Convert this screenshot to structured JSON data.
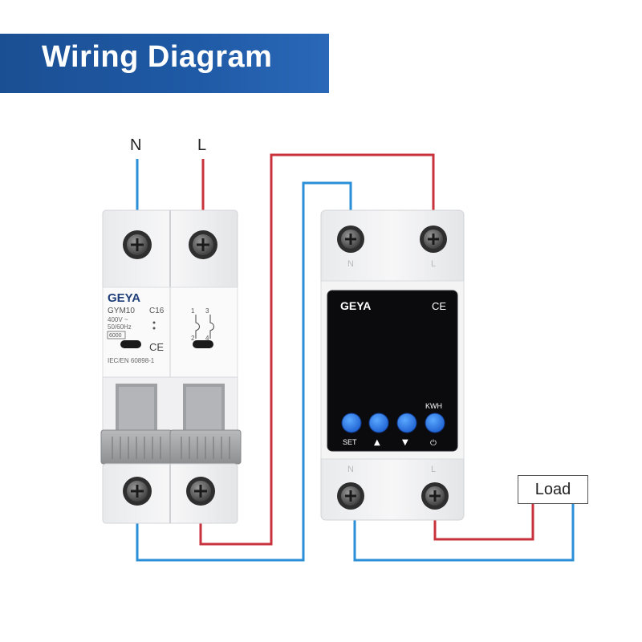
{
  "header": {
    "title": "Wiring Diagram"
  },
  "labels": {
    "neutral": "N",
    "live": "L",
    "load": "Load"
  },
  "breaker": {
    "brand": "GEYA",
    "model": "GYM10",
    "rating": "C16",
    "voltage": "400V ~",
    "frequency": "50/60Hz",
    "breaking_capacity": "6000",
    "standard": "IEC/EN 60898-1",
    "ce_mark": "CE",
    "terminal_top_left": "1",
    "terminal_top_right": "3",
    "terminal_bottom_left": "2",
    "terminal_bottom_right": "4"
  },
  "meter": {
    "brand": "GEYA",
    "ce_mark": "CE",
    "unit": "KWH",
    "terminal_in_left": "N",
    "terminal_in_right": "L",
    "terminal_out_left": "N",
    "terminal_out_right": "L",
    "buttons": [
      {
        "label": "SET",
        "icon": "set-label"
      },
      {
        "label": "▲",
        "icon": "arrow-up-icon"
      },
      {
        "label": "▼",
        "icon": "arrow-down-icon"
      },
      {
        "label": "⏻",
        "icon": "power-icon"
      }
    ]
  },
  "colors": {
    "neutral_wire": "#2a8fd6",
    "live_wire": "#c8323c",
    "banner": "#1f5aa6"
  }
}
